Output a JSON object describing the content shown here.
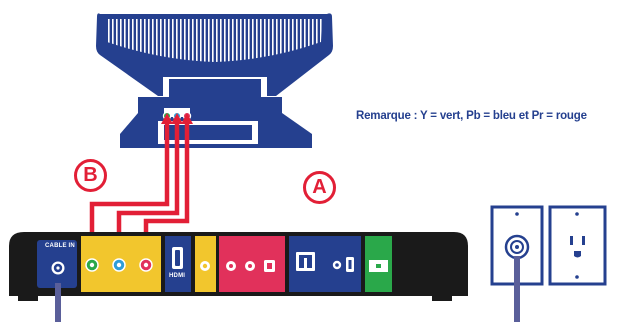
{
  "note": "Remarque : Y = vert, Pb = bleu et Pr = rouge",
  "badges": {
    "a": "A",
    "b": "B"
  },
  "panel_labels": {
    "cable_in": "CABLE IN",
    "hdmi": "HDMI"
  },
  "colors": {
    "navy": "#25408f",
    "red": "#e21f36",
    "yellow": "#f2c62d",
    "pink": "#e1315b",
    "green": "#2aa84a",
    "blue": "#2f9ed8",
    "box": "#1a1a1a",
    "cable": "#5a5f9a"
  }
}
